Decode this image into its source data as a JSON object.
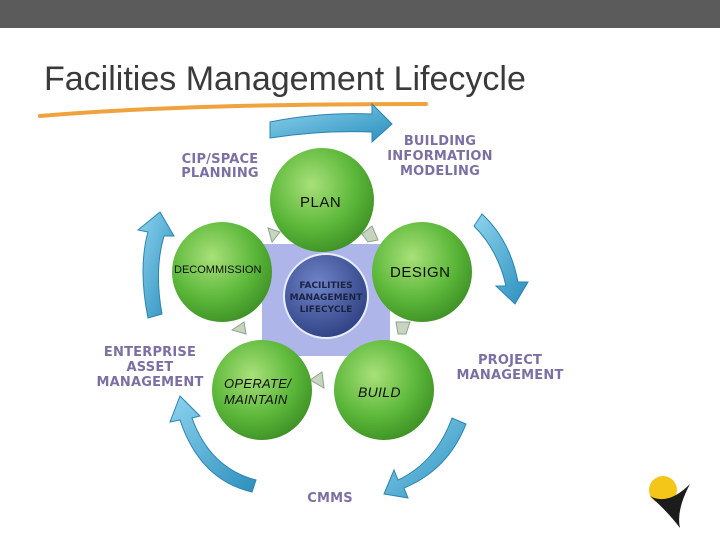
{
  "slide": {
    "title": "Facilities Management Lifecycle"
  },
  "diagram": {
    "center": [
      "FACILITIES",
      "MANAGEMENT",
      "LIFECYCLE"
    ],
    "nodes": {
      "plan": "PLAN",
      "design": "DESIGN",
      "build": "BUILD",
      "operate": [
        "OPERATE/",
        "MAINTAIN"
      ],
      "decommission": "DECOMMISSION"
    },
    "outer_labels": {
      "cip": [
        "CIP/SPACE",
        "PLANNING"
      ],
      "bim": [
        "BUILDING",
        "INFORMATION",
        "MODELING"
      ],
      "project": [
        "PROJECT",
        "MANAGEMENT"
      ],
      "cmms": "CMMS",
      "eam": [
        "ENTERPRISE",
        "ASSET",
        "MANAGEMENT"
      ]
    }
  },
  "colors": {
    "green": "#5cb83a",
    "arrow_blue": "#3aa3cc",
    "label_purple": "#7c6fa3",
    "center_navy": "#3b4f93",
    "highlight": "#aeb5e8",
    "underline_orange": "#f0a23c"
  }
}
